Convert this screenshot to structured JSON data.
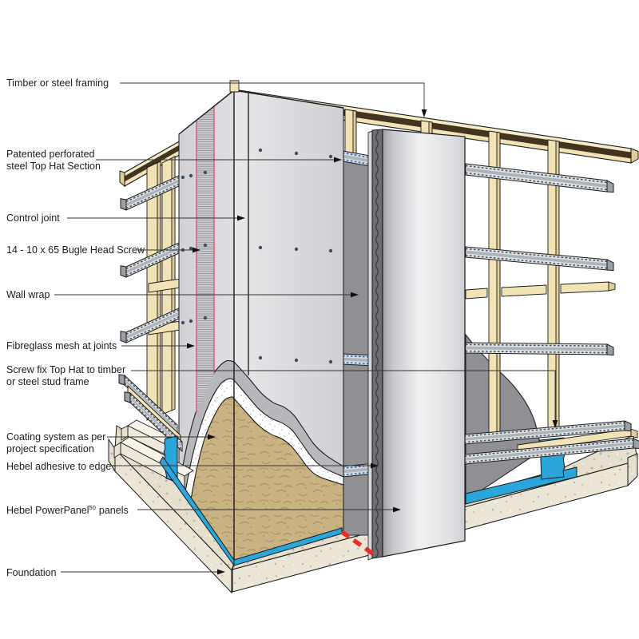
{
  "figure": {
    "type": "construction-detail-diagram",
    "background": "#ffffff"
  },
  "labels": [
    {
      "id": "timber-framing",
      "lines": [
        "Timber or steel framing"
      ]
    },
    {
      "id": "top-hat-section",
      "lines": [
        "Patented perforated",
        "steel Top Hat Section"
      ]
    },
    {
      "id": "control-joint",
      "lines": [
        "Control joint"
      ]
    },
    {
      "id": "bugle-screw",
      "lines": [
        "14 - 10 x 65 Bugle Head Screw"
      ]
    },
    {
      "id": "wall-wrap",
      "lines": [
        "Wall wrap"
      ]
    },
    {
      "id": "fibreglass-mesh",
      "lines": [
        "Fibreglass mesh at joints"
      ]
    },
    {
      "id": "screw-fix",
      "lines": [
        "Screw fix Top Hat to timber",
        "or steel stud frame"
      ]
    },
    {
      "id": "coating-system",
      "lines": [
        "Coating system as per",
        "project specification"
      ]
    },
    {
      "id": "hebel-adhesive",
      "lines": [
        "Hebel adhesive to edge"
      ]
    },
    {
      "id": "powerpanel",
      "pre": "Hebel PowerPanel",
      "sup": "50",
      "post": "panels"
    },
    {
      "id": "foundation",
      "lines": [
        "Foundation"
      ]
    }
  ],
  "colors": {
    "timber": "#f2e3b6",
    "timber_shade": "#e2cd96",
    "timber_dark": "#43341f",
    "steel_light": "#dfe2e5",
    "steel_mid": "#aeb3b8",
    "steel_dash": "#4b5563",
    "steel_blue": "#cfdcea",
    "steel_blue_dash": "#46699a",
    "panel_face": "#dcdce0",
    "panel_edge": "#6d6d72",
    "wrap": "#8f8f94",
    "hebel_core": "#c9b383",
    "coating_grey": "#b7b8bc",
    "coating_white": "#ffffff",
    "adhesive_blue": "#2aa6da",
    "mesh_pink": "#e8558b",
    "marker_red": "#e63026",
    "foundation": "#e6dfcd",
    "foundation_light": "#ece6d7",
    "speckle_lilac": "#b3a6c6",
    "leader": "#3f3f3f",
    "text": "#1c1c1c"
  }
}
